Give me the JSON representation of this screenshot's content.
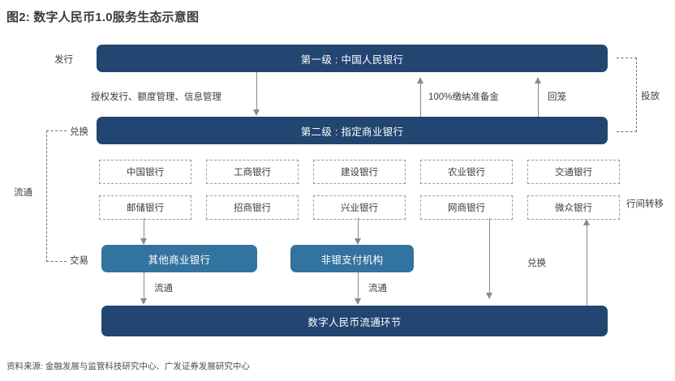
{
  "figure": {
    "title": "图2: 数字人民币1.0服务生态示意图",
    "source": "资料来源: 金融发展与监管科技研究中心、广发证券发展研究中心"
  },
  "colors": {
    "navy": "#224571",
    "teal": "#33739f",
    "connector": "#8a8a8a",
    "dashed": "#9a9a9a",
    "text": "#3b3b3b"
  },
  "tiers": {
    "tier1": "第一级 : 中国人民银行",
    "tier2": "第二级 : 指定商业银行",
    "circulation": "数字人民币流通环节"
  },
  "side_labels": {
    "issue": "发行",
    "distribute": "投放",
    "exchange": "兑换",
    "circulate": "流通",
    "transaction": "交易",
    "interbank": "行间转移"
  },
  "flow_labels": {
    "authorize": "授权发行、额度管理、信息管理",
    "reserve": "100%缴纳准备金",
    "recall": "回笼",
    "circulate_left": "流通",
    "circulate_right": "流通",
    "exchange_bottom": "兑换"
  },
  "banks": {
    "row1": [
      "中国银行",
      "工商银行",
      "建设银行",
      "农业银行",
      "交通银行"
    ],
    "row2": [
      "邮储银行",
      "招商银行",
      "兴业银行",
      "网商银行",
      "微众银行"
    ]
  },
  "intermediaries": {
    "other_banks": "其他商业银行",
    "nonbank_payment": "非银支付机构"
  }
}
